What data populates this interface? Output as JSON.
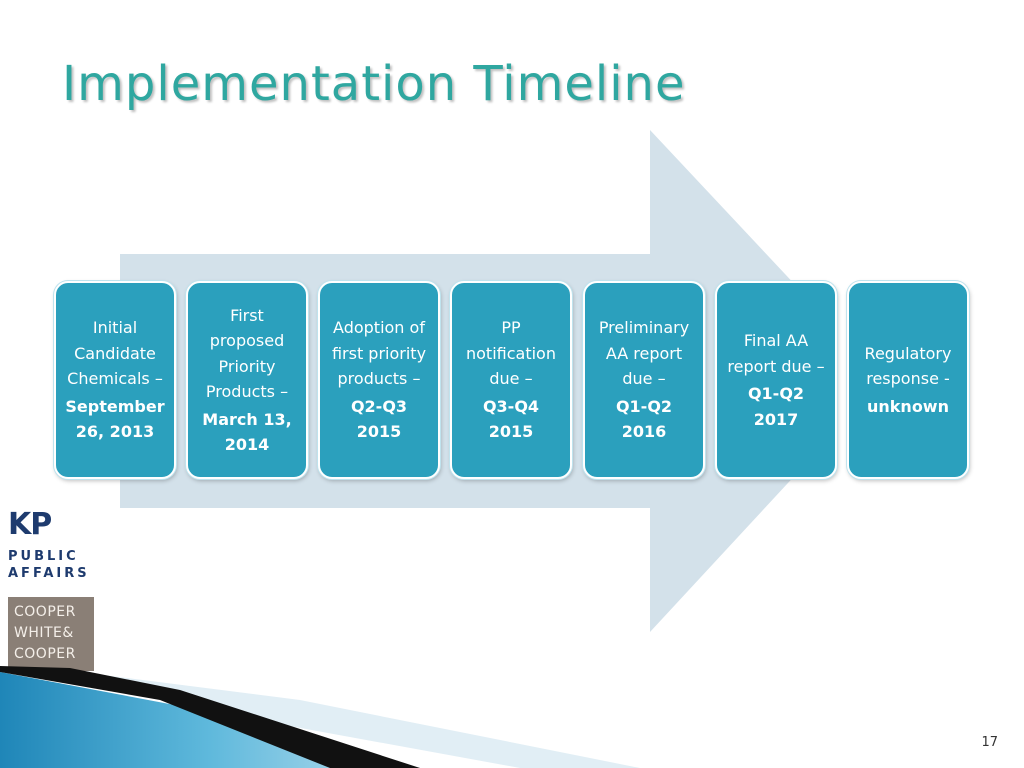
{
  "slide": {
    "title": "Implementation Timeline",
    "page_number": "17"
  },
  "timeline": [
    {
      "label": "Initial Candidate Chemicals –",
      "date": "September 26, 2013"
    },
    {
      "label": "First proposed Priority Products –",
      "date": "March 13, 2014"
    },
    {
      "label": "Adoption of first priority products –",
      "date": "Q2-Q3 2015"
    },
    {
      "label": "PP notification due –",
      "date": "Q3-Q4\n2015"
    },
    {
      "label": "Preliminary AA report due –",
      "date": "Q1-Q2\n2016"
    },
    {
      "label": "Final AA report due –",
      "date": "Q1-Q2\n2017"
    },
    {
      "label": "Regulatory response -",
      "date": "unknown"
    }
  ],
  "logos": {
    "kp": {
      "mark": "KP",
      "line1": "PUBLIC",
      "line2": "AFFAIRS"
    },
    "cwc": {
      "line1": "COOPER",
      "line2": "WHITE&",
      "line3": "COOPER"
    }
  },
  "colors": {
    "title": "#2fa7a0",
    "box": "#2ba0bd",
    "arrow": "#d3e1ea",
    "kp_logo": "#1e3b6e",
    "cwc_logo": "#8a7f76"
  }
}
